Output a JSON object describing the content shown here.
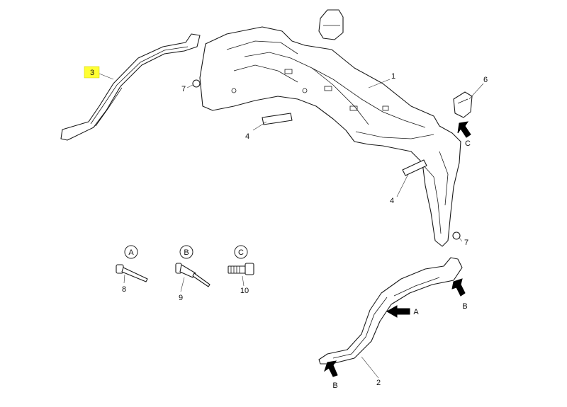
{
  "callouts": {
    "c1": "1",
    "c2": "2",
    "c3": "3",
    "c4a": "4",
    "c4b": "4",
    "c6": "6",
    "c7a": "7",
    "c7b": "7",
    "c8": "8",
    "c9": "9",
    "c10": "10"
  },
  "arrows": {
    "c_upper": "C",
    "a_lower": "A",
    "b_lower_right": "B",
    "b_lower_left": "B"
  },
  "fastener_keys": {
    "a": "A",
    "b": "B",
    "c": "C"
  },
  "highlight_color": "#ffff33"
}
